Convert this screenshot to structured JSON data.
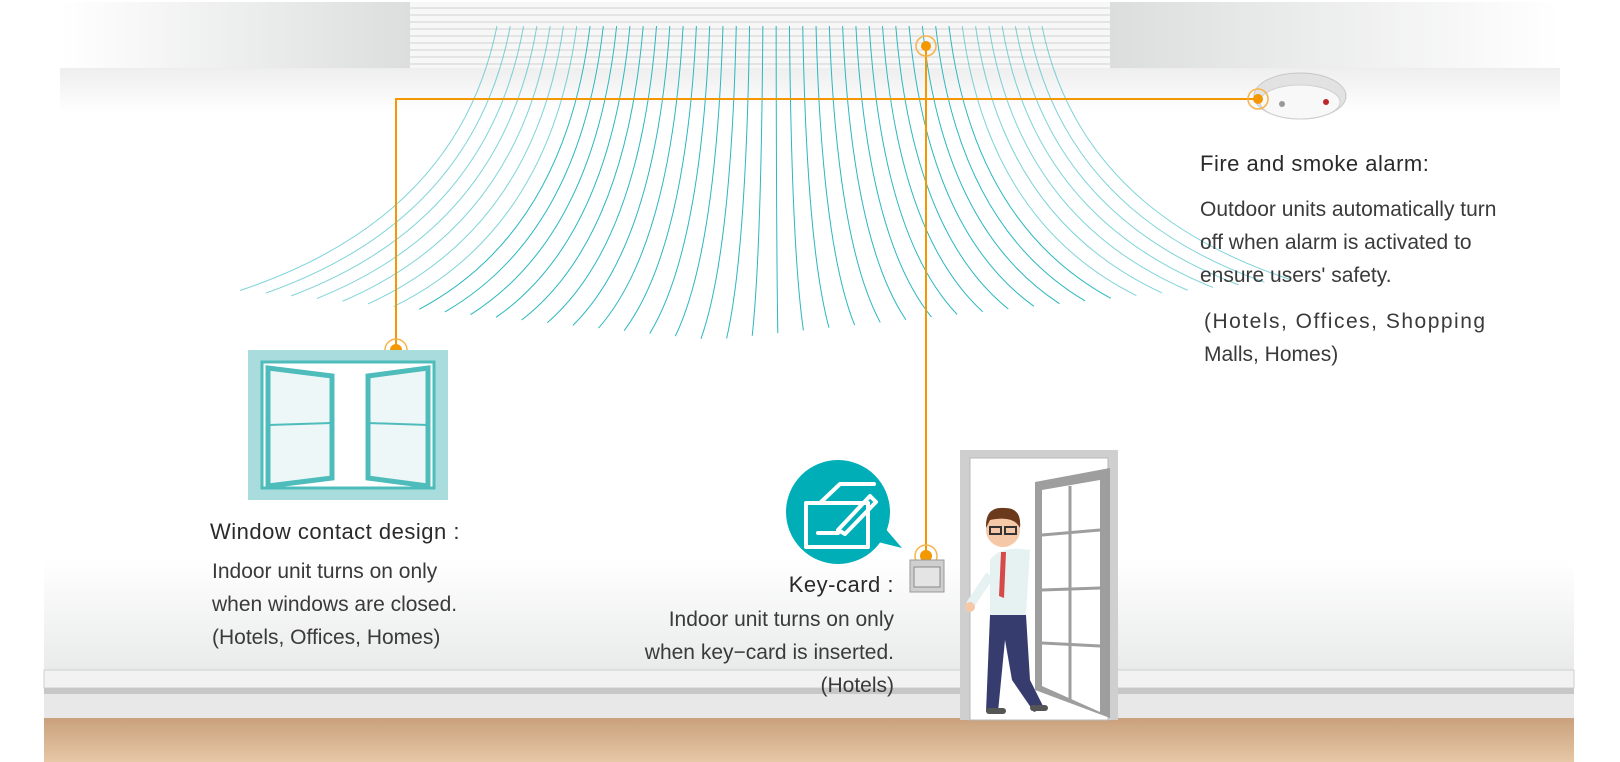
{
  "colors": {
    "accent": "#f39800",
    "airflow": "#2ab7bf",
    "teal": "#00aeb8",
    "floor": "#d9b48f"
  },
  "fire_alarm": {
    "title": "Fire and smoke alarm:",
    "description": [
      "Outdoor units automatically turn",
      "off when alarm is activated to",
      "ensure users' safety."
    ],
    "applications": [
      "(Hotels, Offices, Shopping",
      "Malls, Homes)"
    ]
  },
  "window_contact": {
    "title": "Window contact design :",
    "description": [
      "Indoor unit turns on only",
      "when windows are closed."
    ],
    "applications": "(Hotels, Offices, Homes)"
  },
  "key_card": {
    "title": "Key-card :",
    "description": [
      "Indoor unit turns on only",
      "when key−card is inserted."
    ],
    "applications": "(Hotels)",
    "icon": "card-insert-icon"
  }
}
